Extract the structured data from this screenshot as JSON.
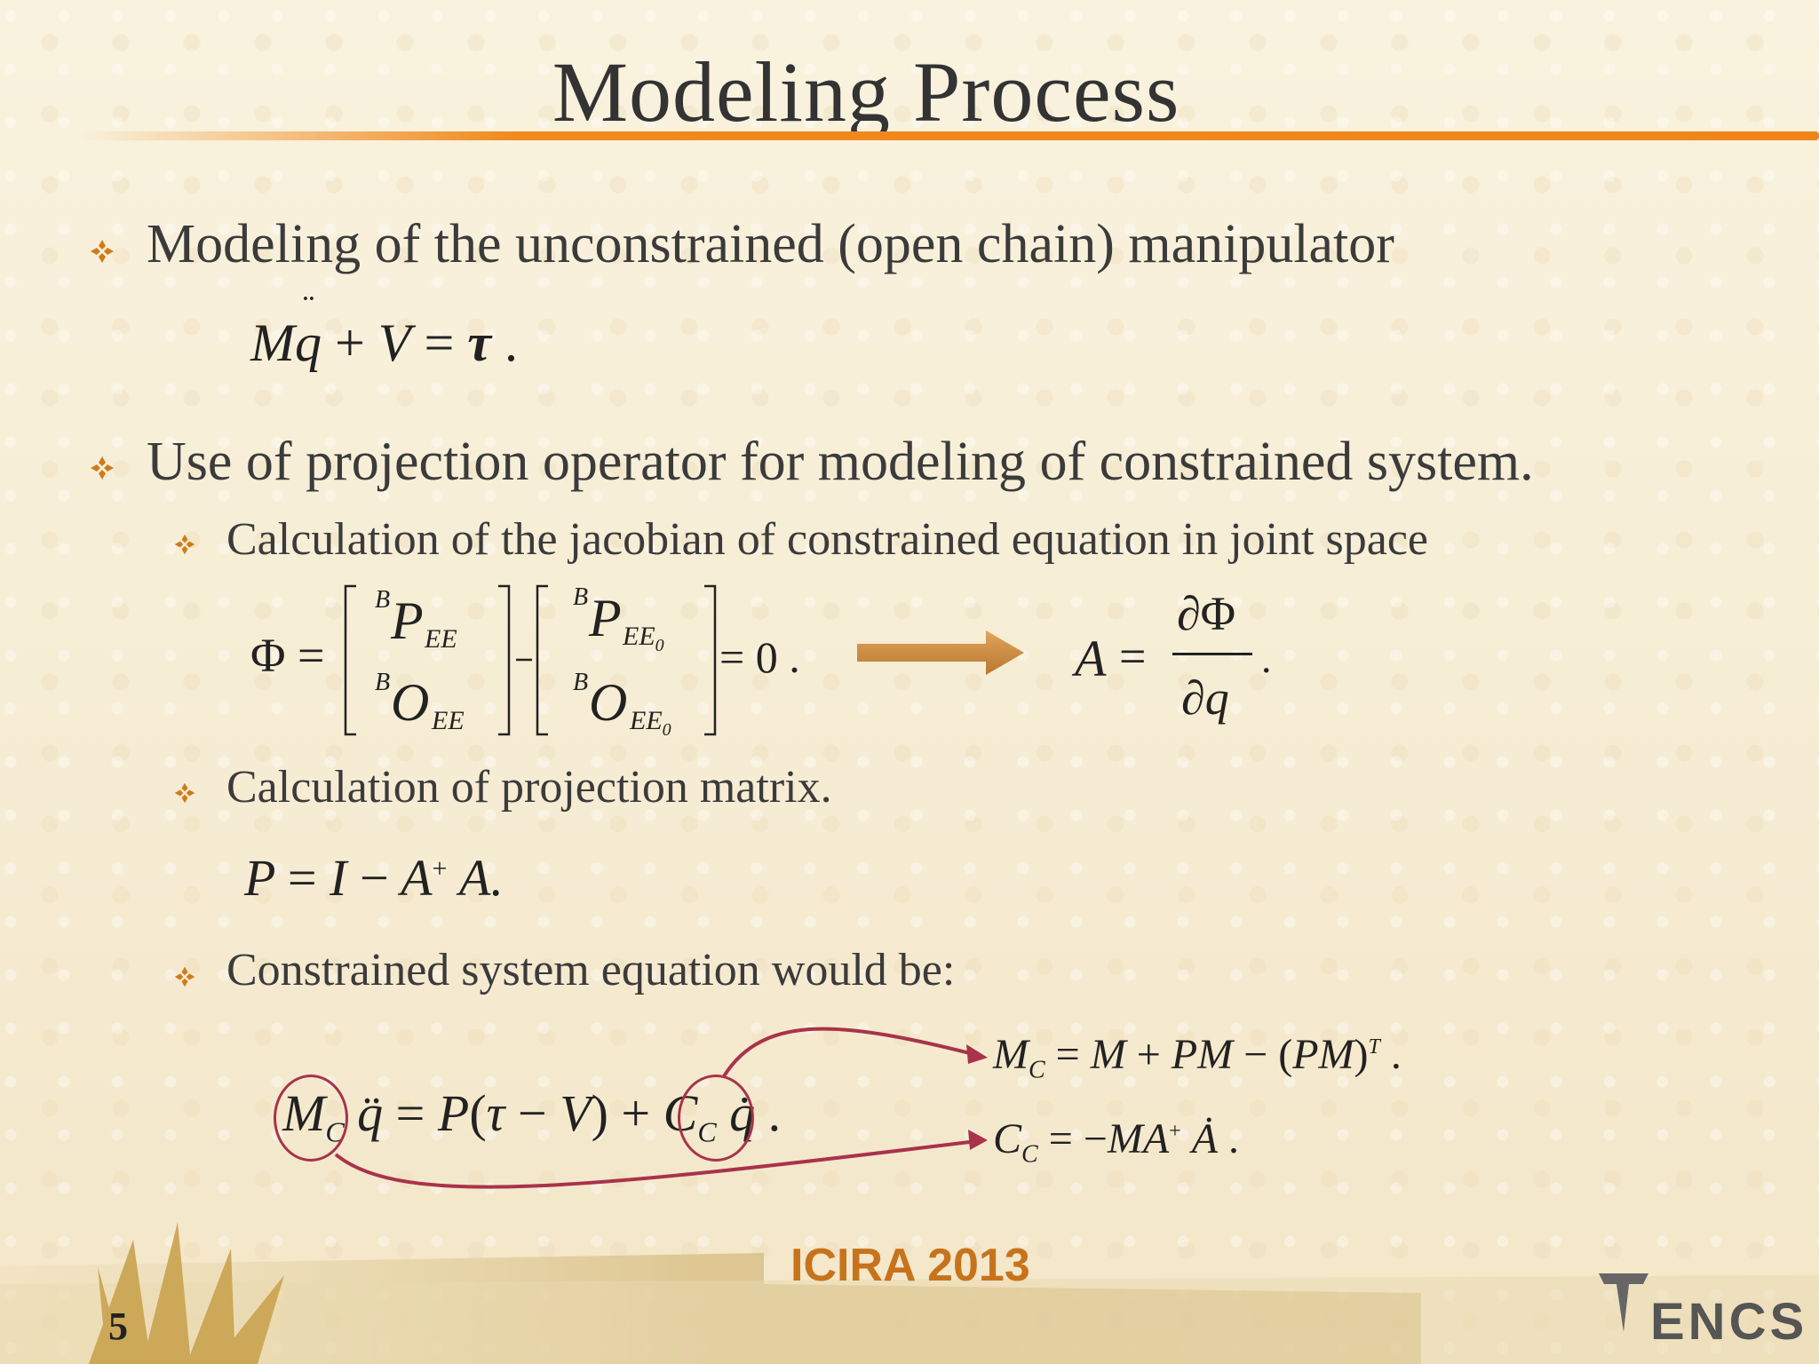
{
  "slide": {
    "title": "Modeling Process",
    "page_number": "5",
    "footer_label": "ICIRA 2013",
    "logo_text": "ENCS"
  },
  "bullets": {
    "b1": "Modeling of the unconstrained (open chain) manipulator",
    "b2": "Use of projection operator for modeling of constrained system.",
    "b2_1": "Calculation of the jacobian of constrained equation in joint space",
    "b2_2": "Calculation of projection matrix.",
    "b2_3": "Constrained system equation would be:"
  },
  "colors": {
    "accent": "#f08a1e",
    "bullet": "#d07a1a",
    "arrow": "#c98a3a",
    "annotation": "#a8334a"
  },
  "icons": {
    "bullet": "diamond-cluster-icon",
    "arrow": "right-arrow-icon",
    "logo": "encs-logo-icon"
  }
}
